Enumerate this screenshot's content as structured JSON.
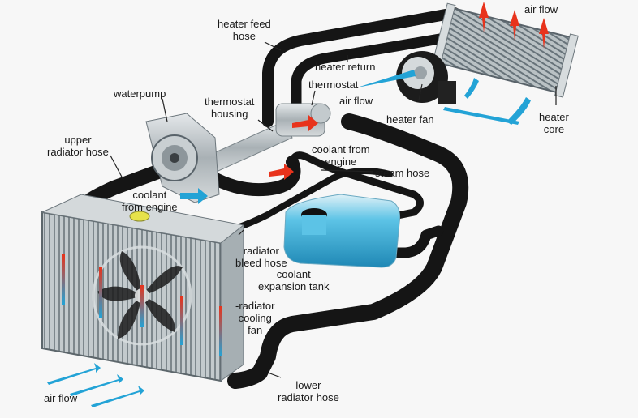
{
  "title": "Car engine cooling system diagram",
  "colors": {
    "hose": "#151515",
    "metal": "#b8bfc3",
    "coolant_tank": "#3fb0d8",
    "hot_arrow": "#e8331c",
    "cold_arrow": "#23a3d6",
    "background": "#f7f7f7"
  },
  "labels": {
    "heater_feed_hose": [
      "heater feed",
      "hose"
    ],
    "heater_return": "heater return",
    "thermostat": "thermostat",
    "air_flow_top": "air flow",
    "air_flow_fan": "air flow",
    "heater_fan": "heater fan",
    "heater_core": [
      "heater",
      "core"
    ],
    "waterpump": "waterpump",
    "thermostat_housing": [
      "thermostat",
      "housing"
    ],
    "upper_radiator_hose": [
      "upper",
      "radiator hose"
    ],
    "coolant_from_engine_left": [
      "coolant",
      "from engine"
    ],
    "coolant_from_engine_right": [
      "coolant from",
      "engine"
    ],
    "steam_hose": "steam hose",
    "radiator_bleed_hose": [
      "radiator",
      "bleed hose"
    ],
    "coolant_expansion_tank": [
      "coolant",
      "expansion tank"
    ],
    "radiator_cooling_fan": [
      "-radiator",
      "cooling",
      "fan"
    ],
    "lower_radiator_hose": [
      "lower",
      "radiator hose"
    ],
    "air_flow_bottom": "air flow"
  }
}
